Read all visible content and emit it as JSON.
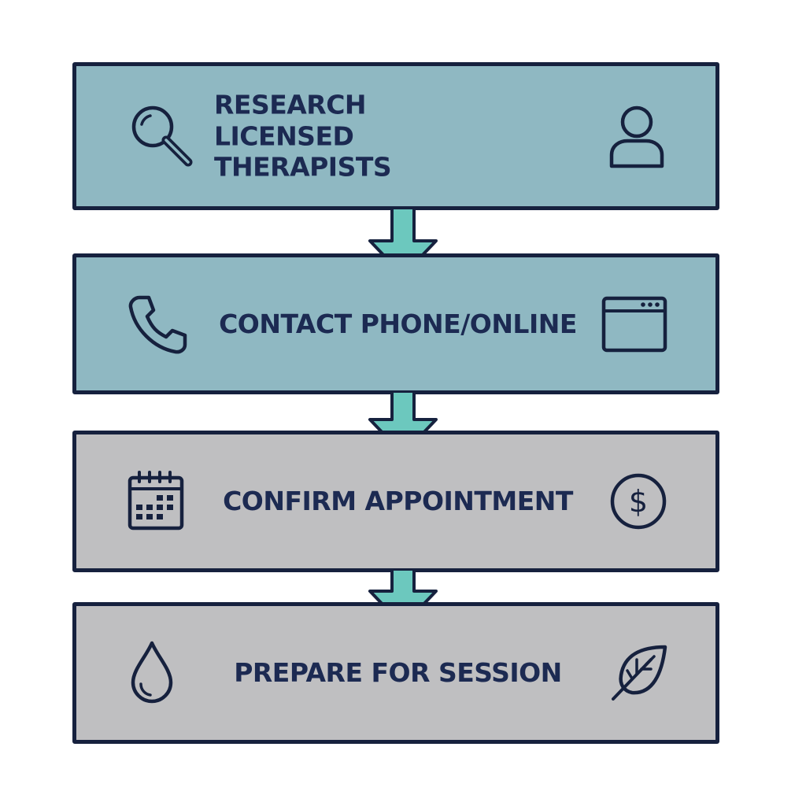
{
  "colors": {
    "step_teal": "#8fb8c2",
    "step_gray": "#bfbfc1",
    "border": "#16213e",
    "text": "#1c2a52",
    "arrow_fill": "#6cc8be",
    "arrow_stroke": "#16213e"
  },
  "steps": [
    {
      "label": "RESEARCH LICENSED THERAPISTS",
      "left_icon": "search-icon",
      "right_icon": "person-icon",
      "color": "#8fb8c2"
    },
    {
      "label": "CONTACT PHONE/ONLINE",
      "left_icon": "phone-icon",
      "right_icon": "browser-window-icon",
      "color": "#8fb8c2"
    },
    {
      "label": "CONFIRM APPOINTMENT",
      "left_icon": "calendar-icon",
      "right_icon": "dollar-icon",
      "color": "#bfbfc1"
    },
    {
      "label": "PREPARE FOR SESSION",
      "left_icon": "water-drop-icon",
      "right_icon": "leaf-icon",
      "color": "#bfbfc1"
    }
  ]
}
